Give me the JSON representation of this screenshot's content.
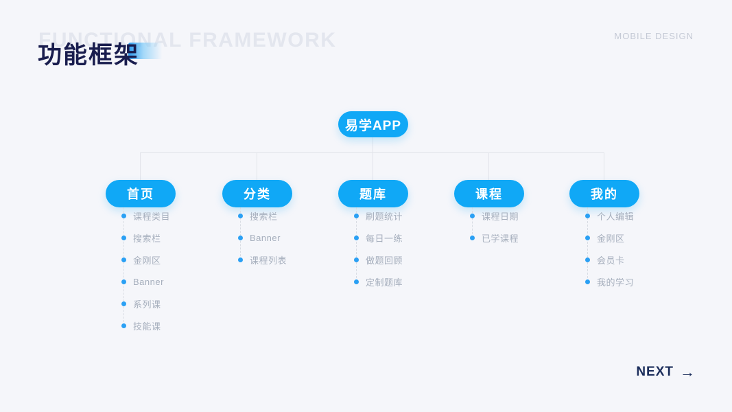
{
  "header": {
    "title_cn": "功能框架",
    "title_en": "FUNCTIONAL FRAMEWORK",
    "corner_label": "MOBILE DESIGN"
  },
  "tree": {
    "root": {
      "label": "易学APP"
    },
    "branches": [
      {
        "label": "首页",
        "items": [
          "课程类目",
          "搜索栏",
          "金刚区",
          "Banner",
          "系列课",
          "技能课"
        ]
      },
      {
        "label": "分类",
        "items": [
          "搜索栏",
          "Banner",
          "课程列表"
        ]
      },
      {
        "label": "题库",
        "items": [
          "刷题统计",
          "每日一练",
          "做题回顾",
          "定制题库"
        ]
      },
      {
        "label": "课程",
        "items": [
          "课程日期",
          "已学课程"
        ]
      },
      {
        "label": "我的",
        "items": [
          "个人编辑",
          "金刚区",
          "会员卡",
          "我的学习"
        ]
      }
    ]
  },
  "footer": {
    "next_label": "NEXT",
    "next_arrow": "→"
  },
  "colors": {
    "background": "#F5F6FA",
    "node_blue": "#10A8F6",
    "bullet_blue": "#2AA0F4",
    "title_navy": "#191D4E",
    "ghost_title": "#E3E6EE",
    "item_text": "#A6AFBD",
    "connector": "#E2E4EA",
    "next_navy": "#1B2D5B"
  }
}
